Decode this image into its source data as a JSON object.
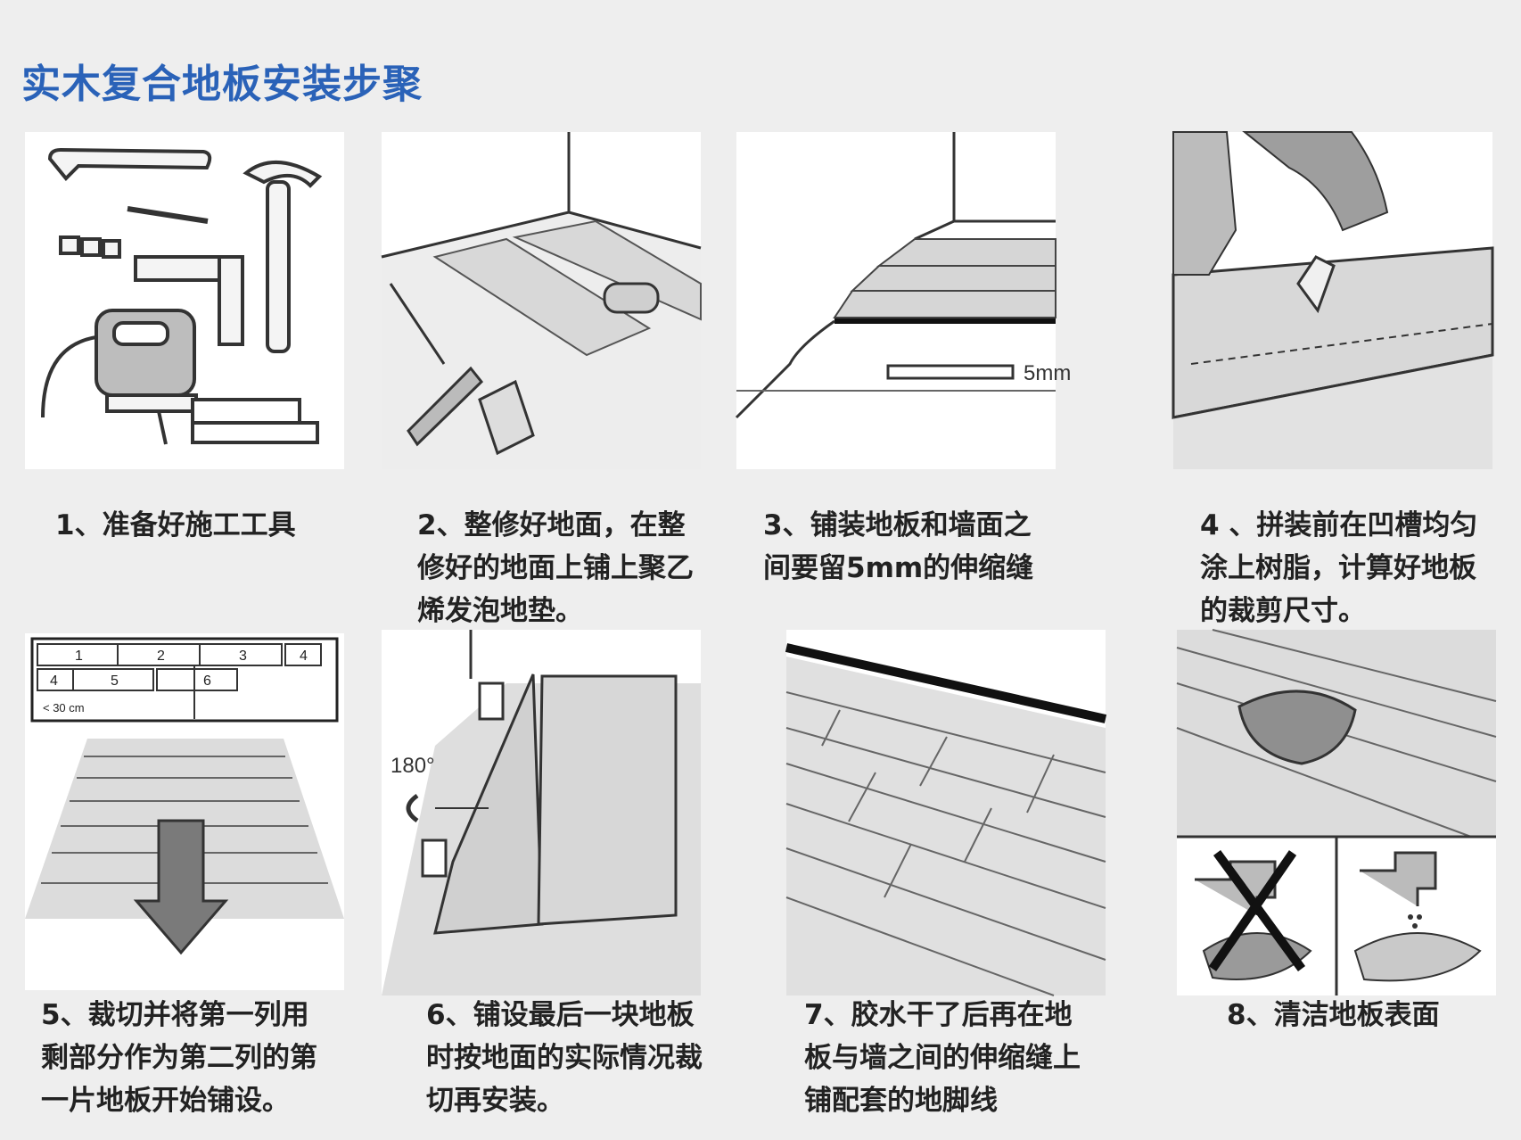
{
  "title": "实木复合地板安装步聚",
  "steps": [
    {
      "lines": [
        "1、准备好施工工具"
      ]
    },
    {
      "lines": [
        "2、整修好地面，在整",
        "修好的地面上铺上聚乙",
        "烯发泡地垫。"
      ]
    },
    {
      "lines": [
        "3、铺装地板和墙面之",
        "间要留5mm的伸缩缝"
      ]
    },
    {
      "lines": [
        "4 、拼装前在凹槽均匀",
        "涂上树脂，计算好地板",
        "的裁剪尺寸。"
      ]
    },
    {
      "lines": [
        "5、裁切并将第一列用",
        "剩部分作为第二列的第",
        "一片地板开始铺设。"
      ]
    },
    {
      "lines": [
        "6、铺设最后一块地板",
        "时按地面的实际情况裁",
        "切再安装。"
      ]
    },
    {
      "lines": [
        "7、胶水干了后再在地",
        "板与墙之间的伸缩缝上",
        "铺配套的地脚线"
      ]
    },
    {
      "lines": [
        "8、清洁地板表面"
      ]
    }
  ],
  "figure_labels": {
    "gap": "5mm",
    "rotate": "180°",
    "plan_numbers": [
      "1",
      "2",
      "3",
      "4",
      "4",
      "5",
      "6"
    ],
    "plan_note": "< 30 cm"
  }
}
